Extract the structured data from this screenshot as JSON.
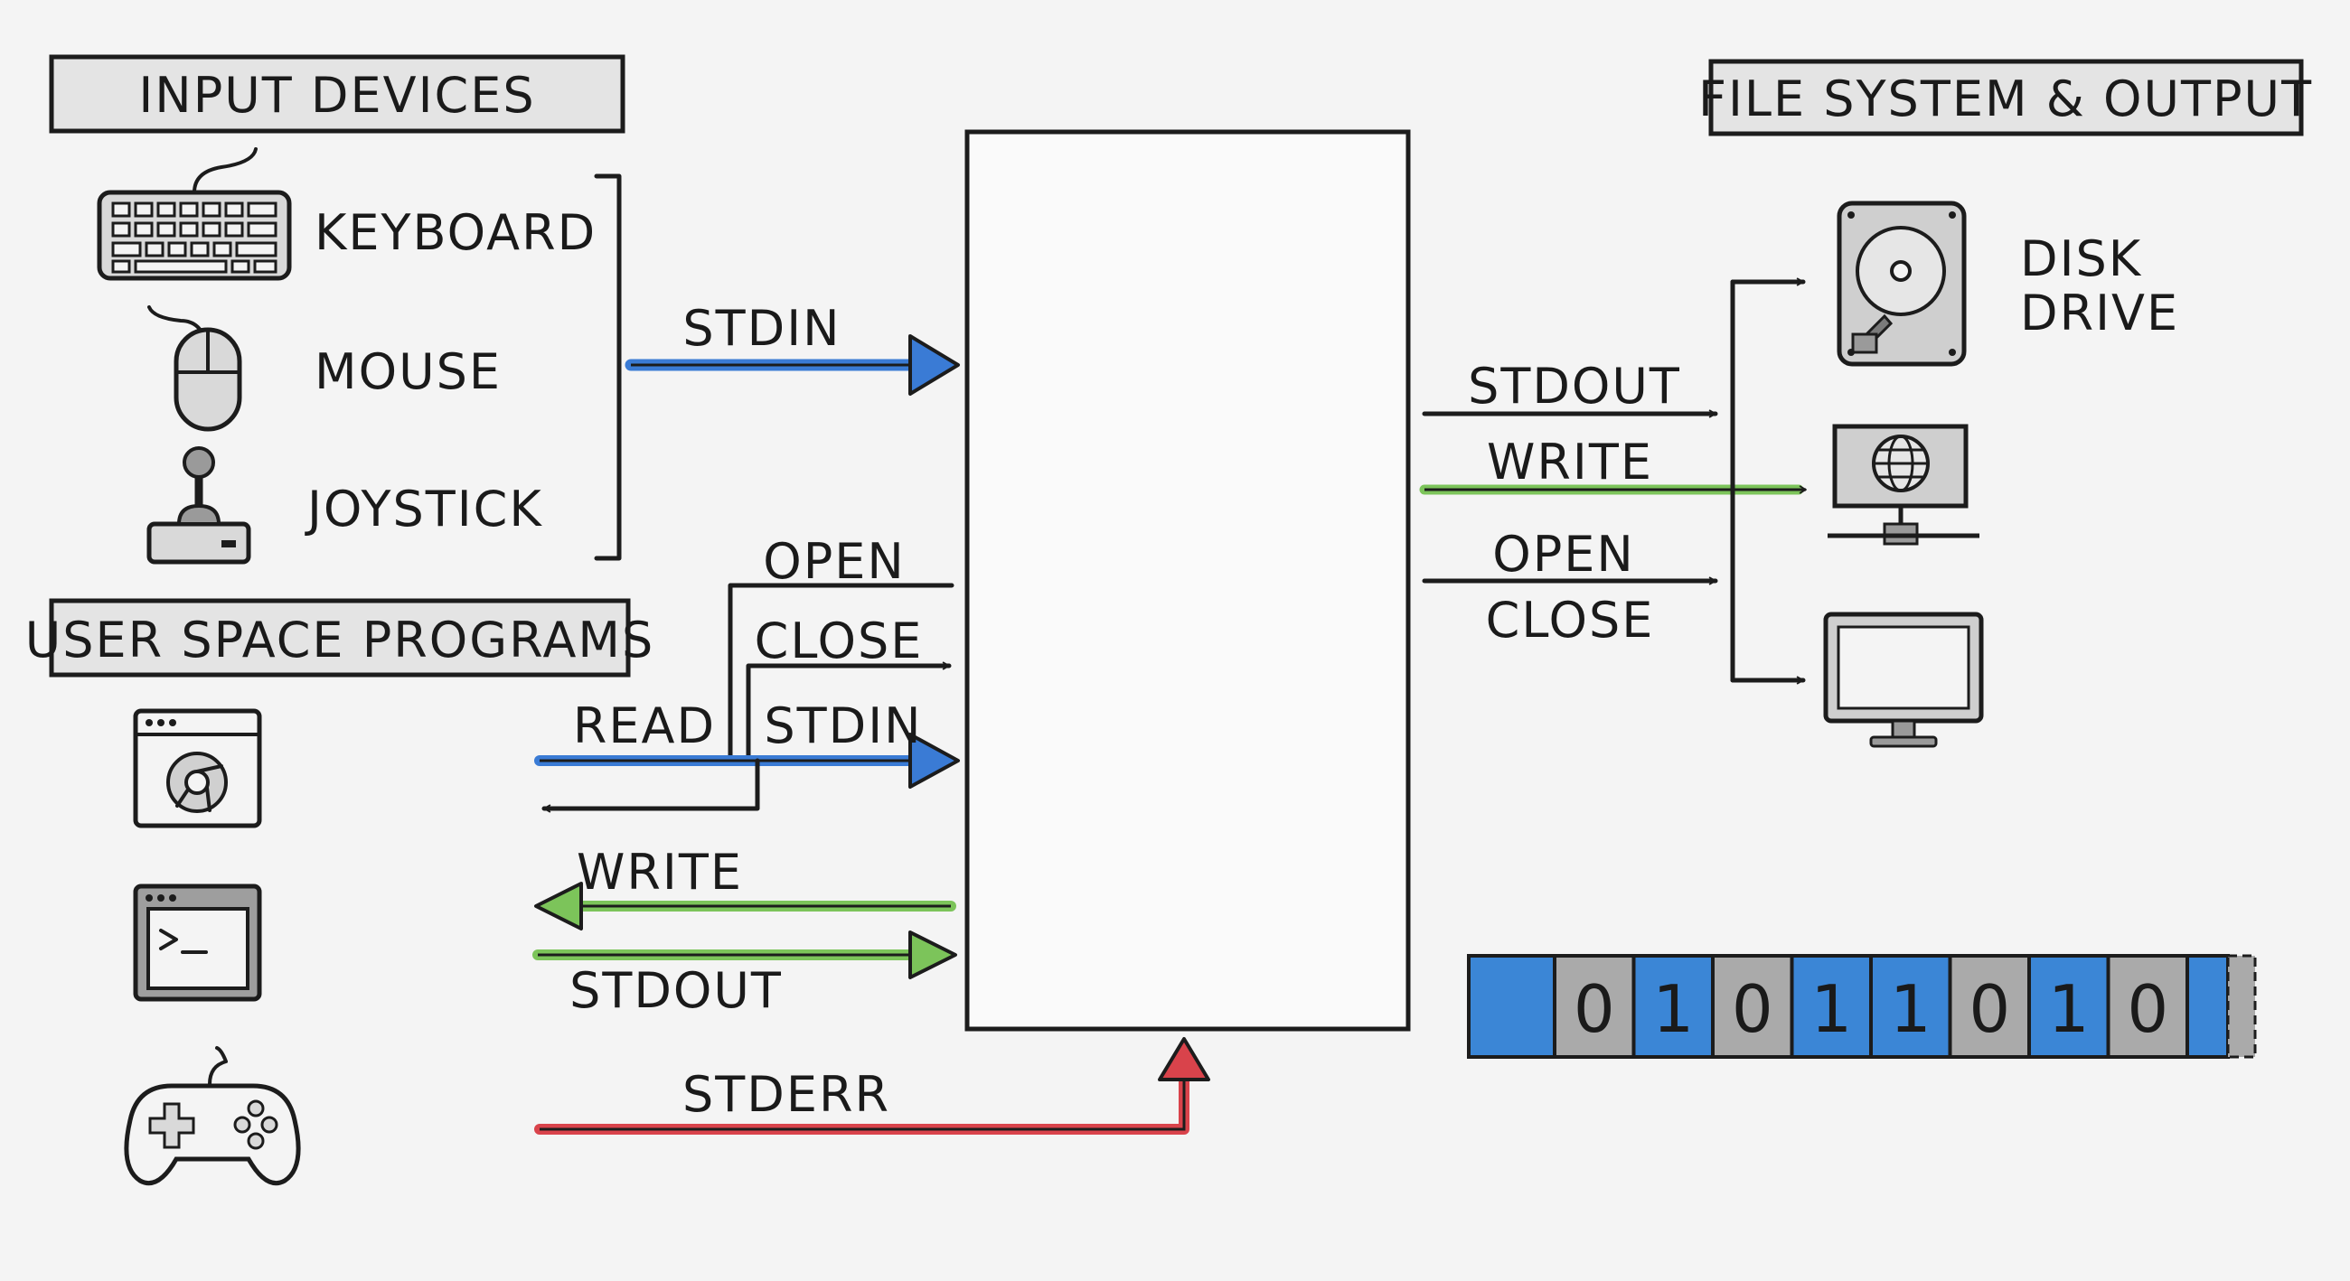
{
  "headers": {
    "input_devices": "INPUT DEVICES",
    "user_space_programs": "USER SPACE PROGRAMS",
    "file_system_output": "FILE SYSTEM & OUTPUT"
  },
  "devices": {
    "keyboard": "KEYBOARD",
    "mouse": "MOUSE",
    "joystick": "JOYSTICK"
  },
  "left_arrows": {
    "stdin_top": "STDIN",
    "open": "OPEN",
    "close": "CLOSE",
    "read": "READ",
    "stdin_mid": "STDIN",
    "write": "WRITE",
    "stdout": "STDOUT",
    "stderr": "STDERR"
  },
  "right_arrows": {
    "stdout": "STDOUT",
    "write": "WRITE",
    "open": "OPEN",
    "close": "CLOSE"
  },
  "outputs": {
    "disk_drive_line1": "DISK",
    "disk_drive_line2": "DRIVE"
  },
  "bitstream": [
    "0",
    "1",
    "0",
    "1",
    "1",
    "0",
    "1",
    "0"
  ],
  "icons": [
    "keyboard-icon",
    "mouse-icon",
    "joystick-icon",
    "browser-icon",
    "terminal-icon",
    "gamepad-icon",
    "hard-drive-icon",
    "network-globe-icon",
    "monitor-icon"
  ],
  "colors": {
    "stdin": "#3a7bd5",
    "write_stdout": "#7cc45a",
    "stderr": "#d9434b",
    "ink": "#1c1c1c",
    "header_fill": "#e4e4e4",
    "bit_blue": "#3b86d6",
    "bit_gray": "#aaaaaa"
  }
}
